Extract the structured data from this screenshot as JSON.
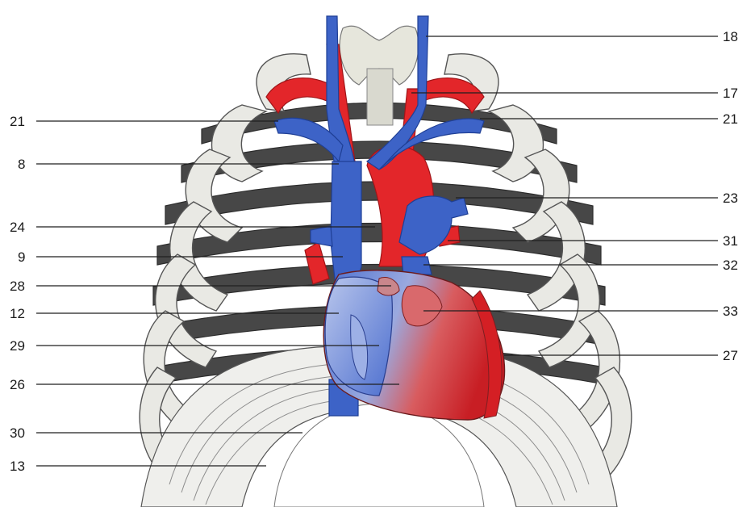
{
  "labels": [
    {
      "id": "18",
      "text": "18",
      "side": "right"
    },
    {
      "id": "17",
      "text": "17",
      "side": "right"
    },
    {
      "id": "21r",
      "text": "21",
      "side": "right"
    },
    {
      "id": "23",
      "text": "23",
      "side": "right"
    },
    {
      "id": "31",
      "text": "31",
      "side": "right"
    },
    {
      "id": "32",
      "text": "32",
      "side": "right"
    },
    {
      "id": "33",
      "text": "33",
      "side": "right"
    },
    {
      "id": "27",
      "text": "27",
      "side": "right"
    },
    {
      "id": "21l",
      "text": "21",
      "side": "left"
    },
    {
      "id": "8",
      "text": "8",
      "side": "left"
    },
    {
      "id": "24",
      "text": "24",
      "side": "left"
    },
    {
      "id": "9",
      "text": "9",
      "side": "left"
    },
    {
      "id": "28",
      "text": "28",
      "side": "left"
    },
    {
      "id": "12",
      "text": "12",
      "side": "left"
    },
    {
      "id": "29",
      "text": "29",
      "side": "left"
    },
    {
      "id": "26",
      "text": "26",
      "side": "left"
    },
    {
      "id": "30",
      "text": "30",
      "side": "left"
    },
    {
      "id": "13",
      "text": "13",
      "side": "left"
    }
  ],
  "colors": {
    "vein": "#3d63c7",
    "artery": "#e3262a",
    "bone": "#e9e9e4",
    "rib_shadow": "#474747",
    "thyroid": "#e6e6dc"
  }
}
